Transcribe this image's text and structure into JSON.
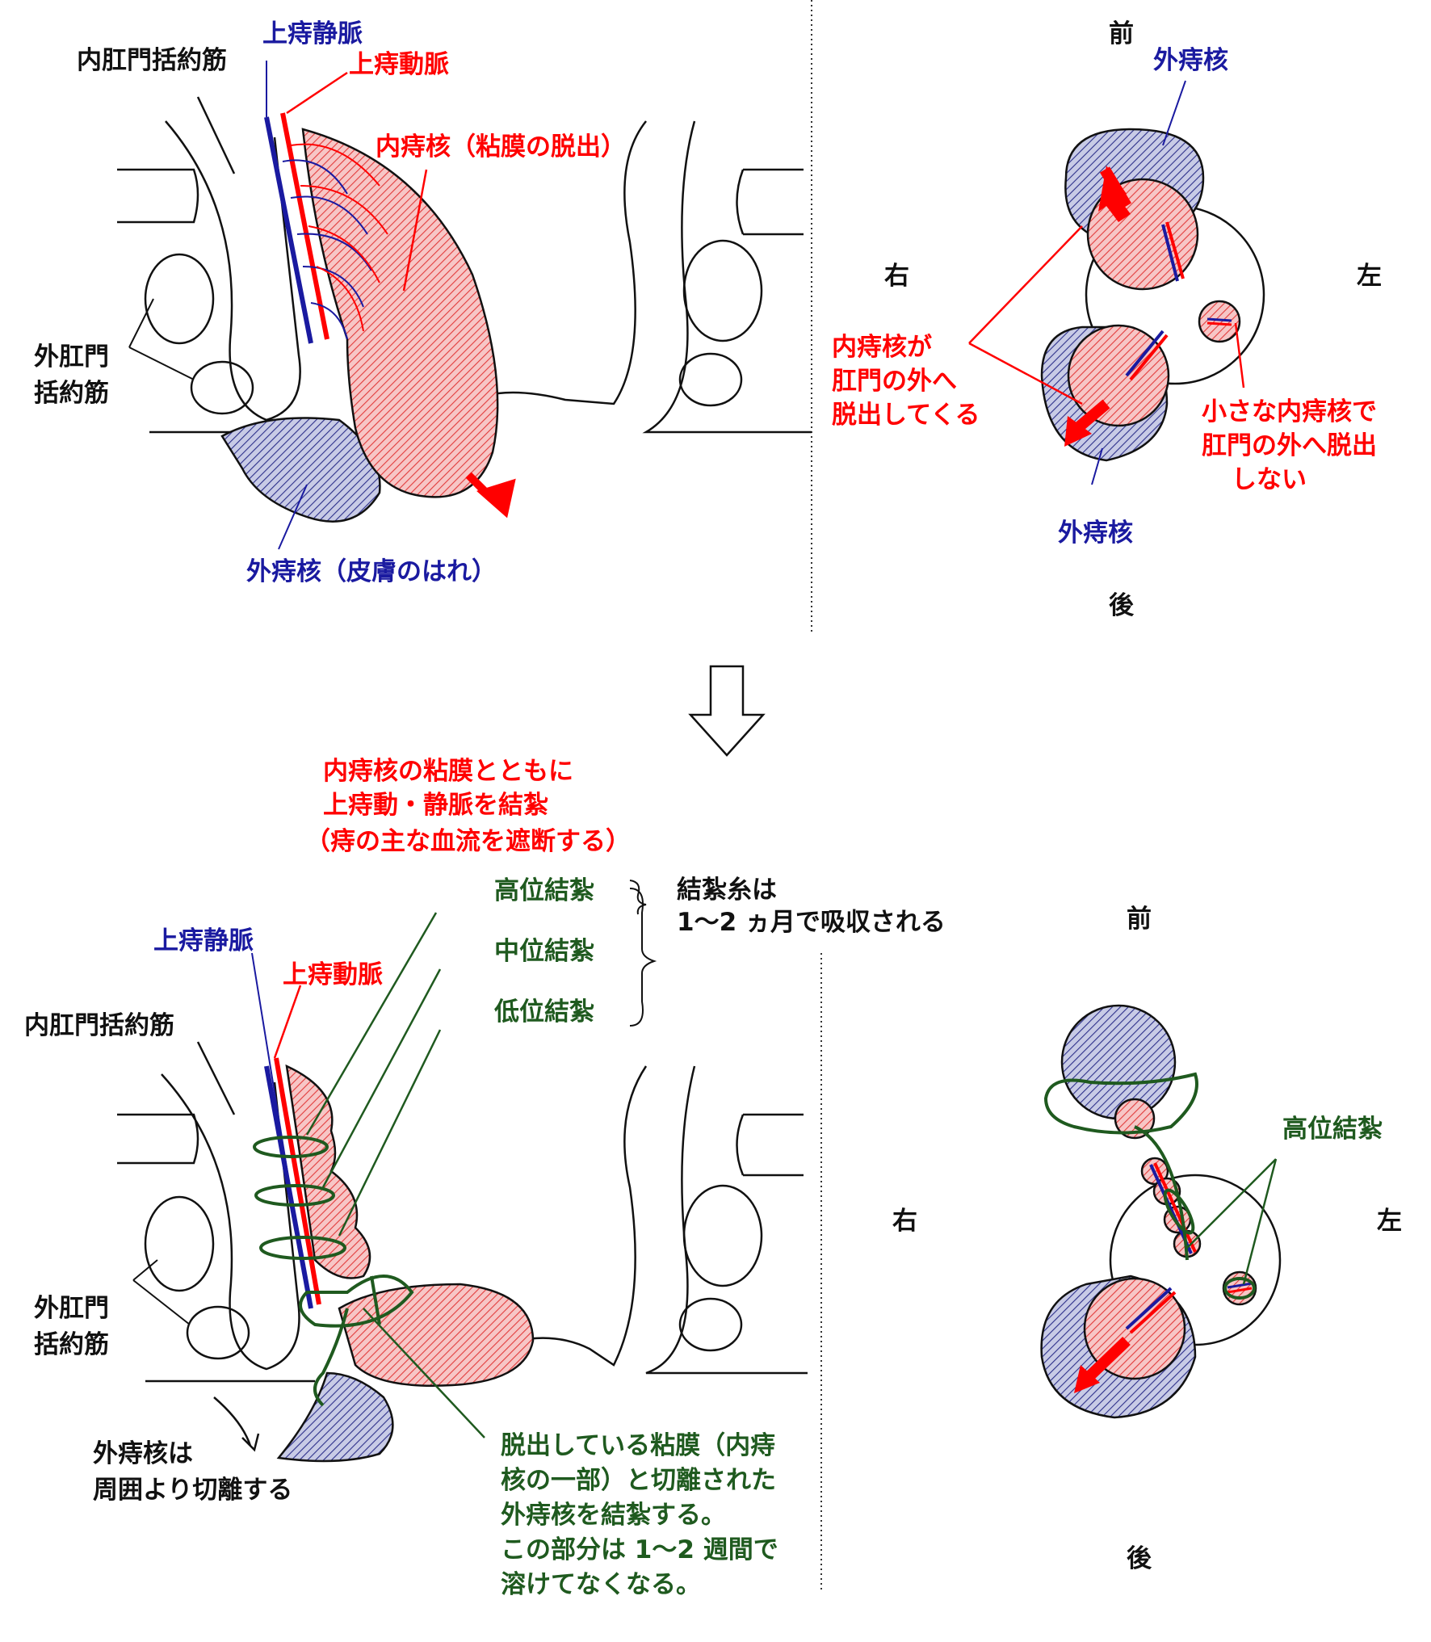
{
  "colors": {
    "red": "#ff0000",
    "blue": "#1a1aa0",
    "green": "#1f5a1f",
    "black": "#111111",
    "internal_fill": "#f4b8b8",
    "external_fill": "#b9bedf"
  },
  "top_left": {
    "superior_vein": "上痔静脈",
    "superior_artery": "上痔動脈",
    "internal_sphincter": "内肛門括約筋",
    "internal_hemorrhoid": "内痔核（粘膜の脱出）",
    "external_sphincter_1": "外肛門",
    "external_sphincter_2": "括約筋",
    "external_hemorrhoid": "外痔核（皮膚のはれ）"
  },
  "top_right": {
    "front": "前",
    "back": "後",
    "right": "右",
    "left": "左",
    "external_top": "外痔核",
    "external_bottom": "外痔核",
    "prolapse_lines": [
      "内痔核が",
      "肛門の外へ",
      "脱出してくる"
    ],
    "small_lines": [
      "小さな内痔核で",
      "肛門の外へ脱出",
      "しない"
    ]
  },
  "middle": {
    "ligation_lines": [
      "内痔核の粘膜とともに",
      "上痔動・静脈を結紮",
      "（痔の主な血流を遮断する）"
    ],
    "high": "高位結紮",
    "mid": "中位結紮",
    "low": "低位結紮",
    "absorb_lines": [
      "結紮糸は",
      "1～2 ヵ月で吸収される"
    ]
  },
  "bottom_left": {
    "superior_vein": "上痔静脈",
    "superior_artery": "上痔動脈",
    "internal_sphincter": "内肛門括約筋",
    "external_sphincter_1": "外肛門",
    "external_sphincter_2": "括約筋",
    "cut_lines": [
      "外痔核は",
      "周囲より切離する"
    ],
    "note_lines": [
      "脱出している粘膜（内痔",
      "核の一部）と切離された",
      "外痔核を結紮する。",
      "この部分は 1～2 週間で",
      "溶けてなくなる。"
    ]
  },
  "bottom_right": {
    "front": "前",
    "back": "後",
    "right": "右",
    "left": "左",
    "high": "高位結紮"
  }
}
